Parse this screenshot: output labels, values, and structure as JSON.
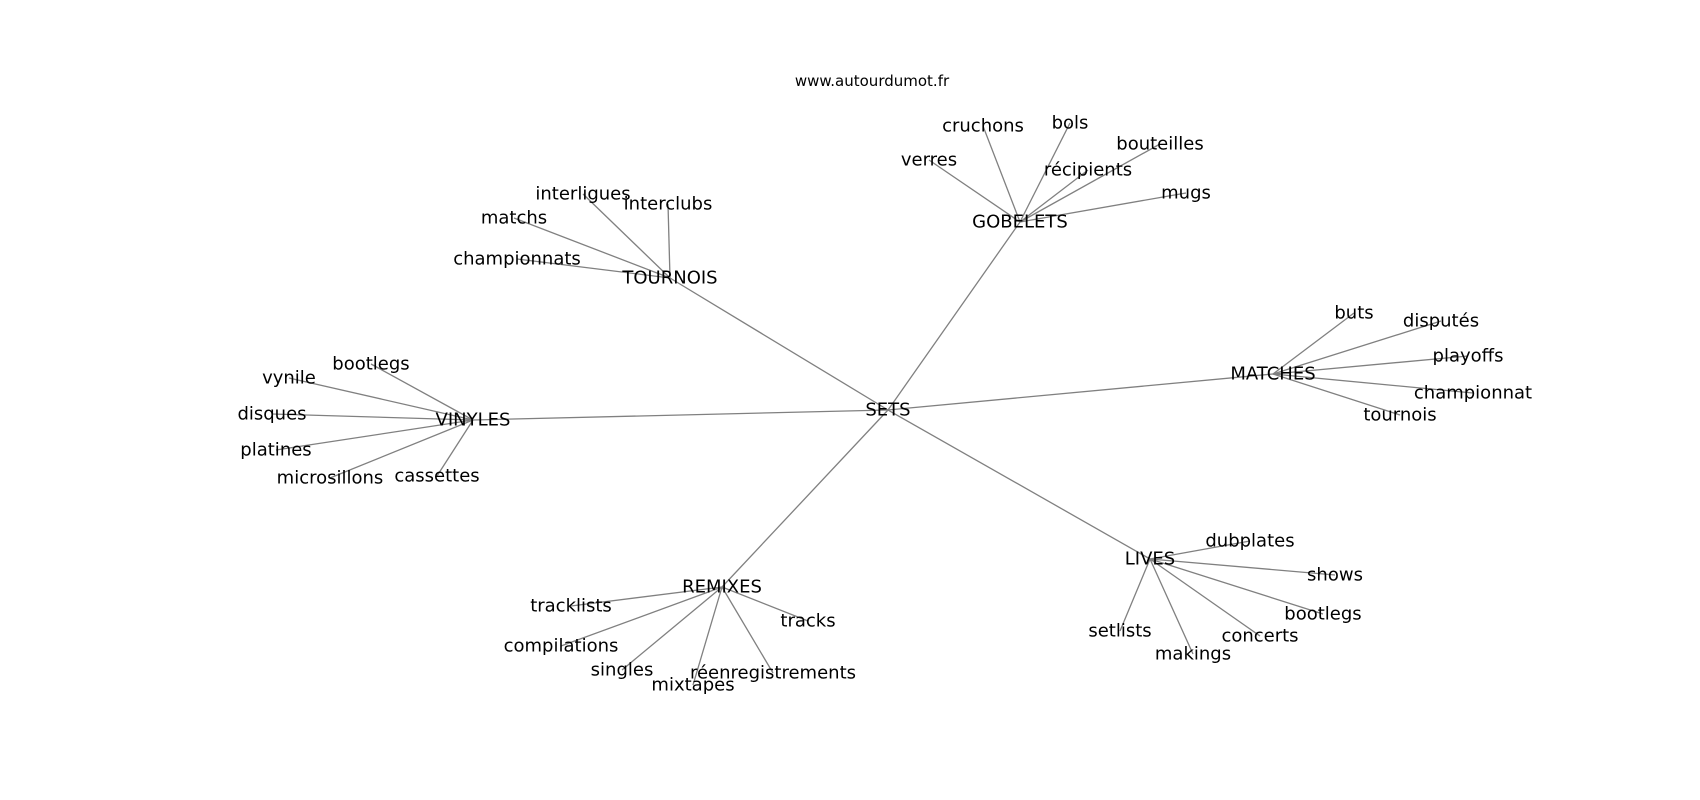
{
  "source_label": "www.autourdumot.fr",
  "center": "SETS",
  "branches": [
    {
      "id": "gobelets",
      "label": "GOBELETS",
      "leaves": [
        "cruchons",
        "bols",
        "verres",
        "bouteilles",
        "récipients",
        "mugs"
      ]
    },
    {
      "id": "tournois",
      "label": "TOURNOIS",
      "leaves": [
        "interligues",
        "interclubs",
        "matchs",
        "championnats"
      ]
    },
    {
      "id": "matches",
      "label": "MATCHES",
      "leaves": [
        "buts",
        "disputés",
        "playoffs",
        "championnat",
        "tournois"
      ]
    },
    {
      "id": "vinyles",
      "label": "VINYLES",
      "leaves": [
        "bootlegs",
        "vynile",
        "disques",
        "platines",
        "microsillons",
        "cassettes"
      ]
    },
    {
      "id": "lives",
      "label": "LIVES",
      "leaves": [
        "dubplates",
        "shows",
        "bootlegs",
        "concerts",
        "setlists",
        "makings"
      ]
    },
    {
      "id": "remixes",
      "label": "REMIXES",
      "leaves": [
        "tracklists",
        "tracks",
        "compilations",
        "singles",
        "réenregistrements",
        "mixtapes"
      ]
    }
  ]
}
